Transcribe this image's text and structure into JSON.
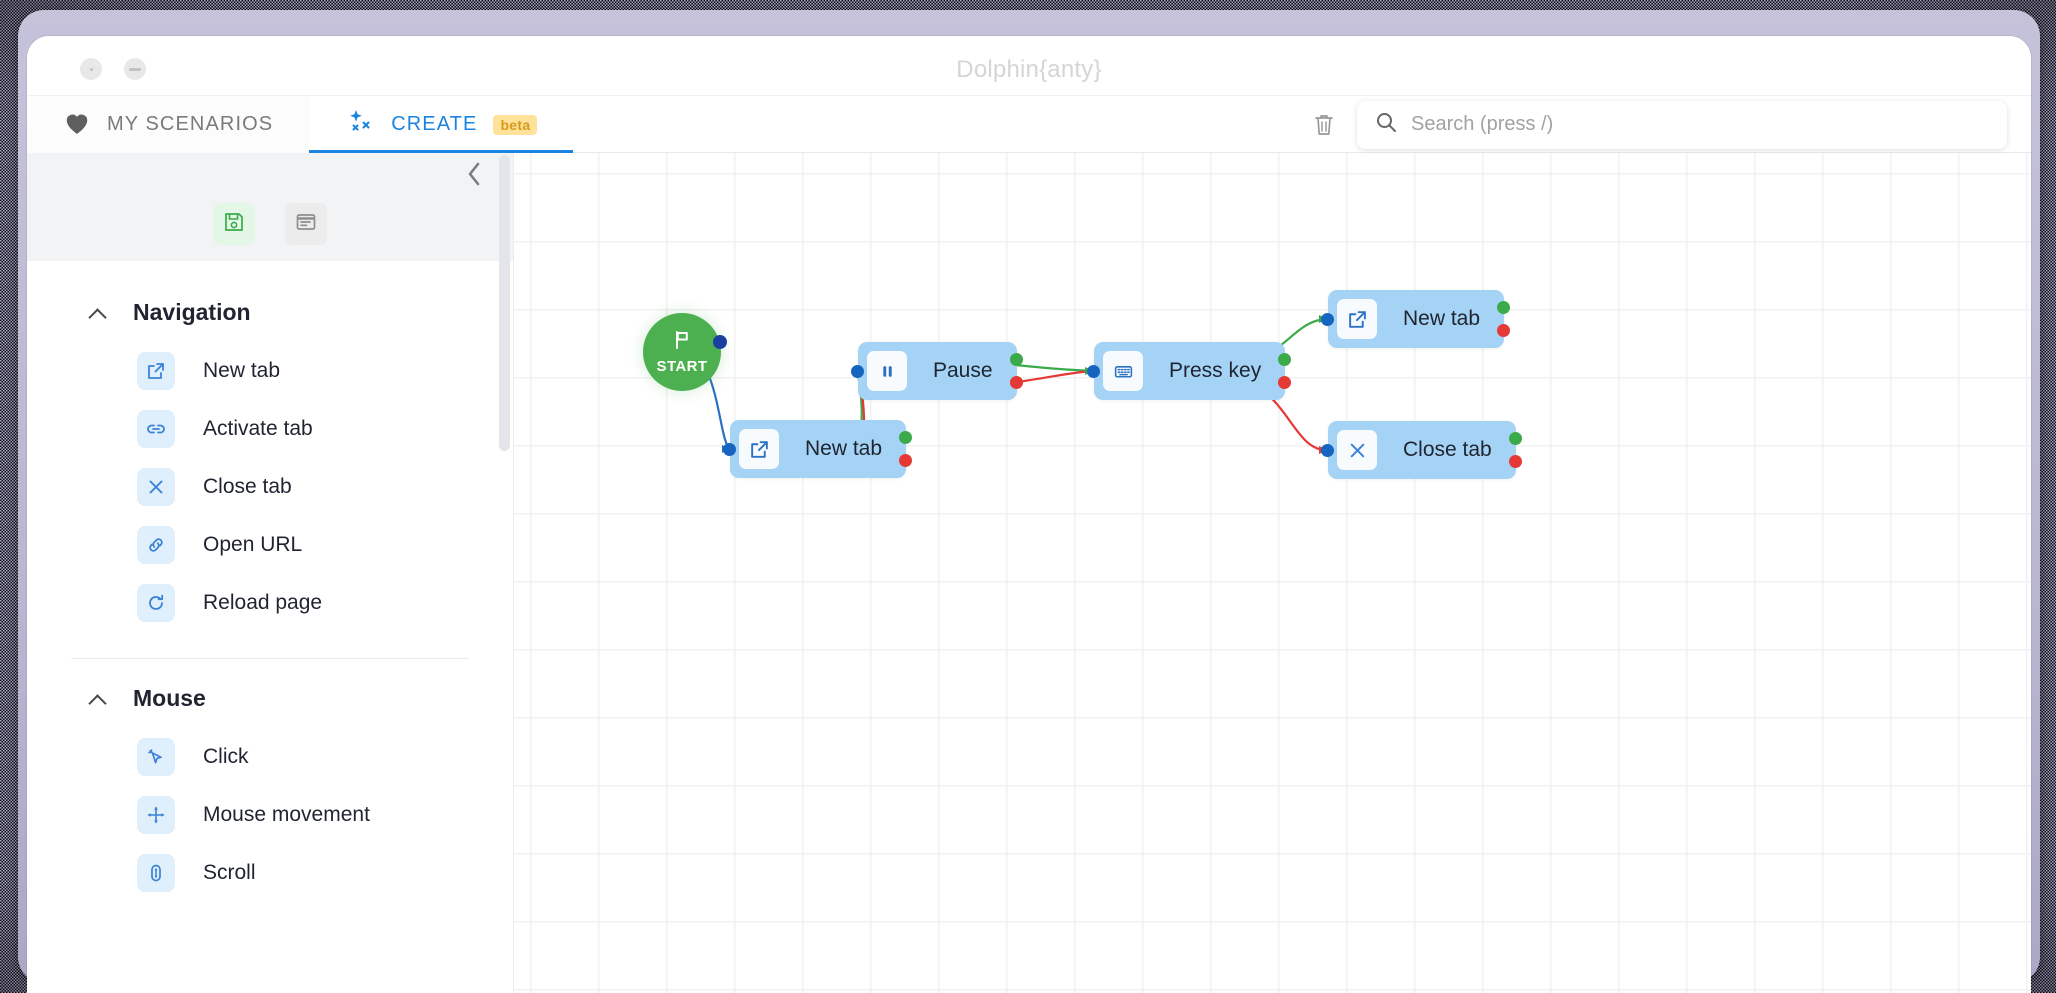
{
  "window": {
    "title": "Dolphin{anty}",
    "controls": [
      {
        "name": "close",
        "icon": "close-dot-icon"
      },
      {
        "name": "minimize",
        "icon": "minimize-icon"
      }
    ]
  },
  "tabs": [
    {
      "id": "my-scenarios",
      "label": "MY SCENARIOS",
      "icon": "heart-icon",
      "active": false,
      "badge": null
    },
    {
      "id": "create",
      "label": "CREATE",
      "icon": "sparkle-x-icon",
      "active": true,
      "badge": "beta"
    }
  ],
  "toolbar": {
    "trash_icon": "trash-icon",
    "search": {
      "icon": "search-icon",
      "placeholder": "Search (press /)",
      "value": ""
    }
  },
  "sidebar": {
    "collapse_icon": "chevron-left-icon",
    "actions": [
      {
        "id": "save",
        "icon": "save-disk-icon",
        "accent": "#e4f7e6"
      },
      {
        "id": "note",
        "icon": "note-document-icon",
        "accent": "#ececec"
      }
    ],
    "groups": [
      {
        "id": "navigation",
        "title": "Navigation",
        "expanded": true,
        "items": [
          {
            "id": "new-tab",
            "label": "New tab",
            "icon": "external-link-icon"
          },
          {
            "id": "activate-tab",
            "label": "Activate tab",
            "icon": "link-horizontal-icon"
          },
          {
            "id": "close-tab",
            "label": "Close tab",
            "icon": "x-icon"
          },
          {
            "id": "open-url",
            "label": "Open URL",
            "icon": "chain-link-icon"
          },
          {
            "id": "reload-page",
            "label": "Reload page",
            "icon": "refresh-icon"
          }
        ]
      },
      {
        "id": "mouse",
        "title": "Mouse",
        "expanded": true,
        "items": [
          {
            "id": "click",
            "label": "Click",
            "icon": "cursor-click-icon"
          },
          {
            "id": "mouse-movement",
            "label": "Mouse movement",
            "icon": "move-arrows-icon"
          },
          {
            "id": "scroll",
            "label": "Scroll",
            "icon": "scroll-updown-icon"
          }
        ]
      }
    ]
  },
  "canvas": {
    "start": {
      "label": "START",
      "icon": "flag-icon",
      "color": "#4caf50"
    },
    "nodes": [
      {
        "id": "n1",
        "label": "New tab",
        "icon": "external-link-icon"
      },
      {
        "id": "n2",
        "label": "Pause",
        "icon": "pause-icon"
      },
      {
        "id": "n3",
        "label": "Press key",
        "icon": "keyboard-icon"
      },
      {
        "id": "n4",
        "label": "New tab",
        "icon": "external-link-icon"
      },
      {
        "id": "n5",
        "label": "Close tab",
        "icon": "x-icon"
      }
    ],
    "edge_colors": {
      "start": "#2b72c4",
      "success": "#3aaa4a",
      "error": "#e53935"
    },
    "node_color": "#a5d3f5"
  }
}
